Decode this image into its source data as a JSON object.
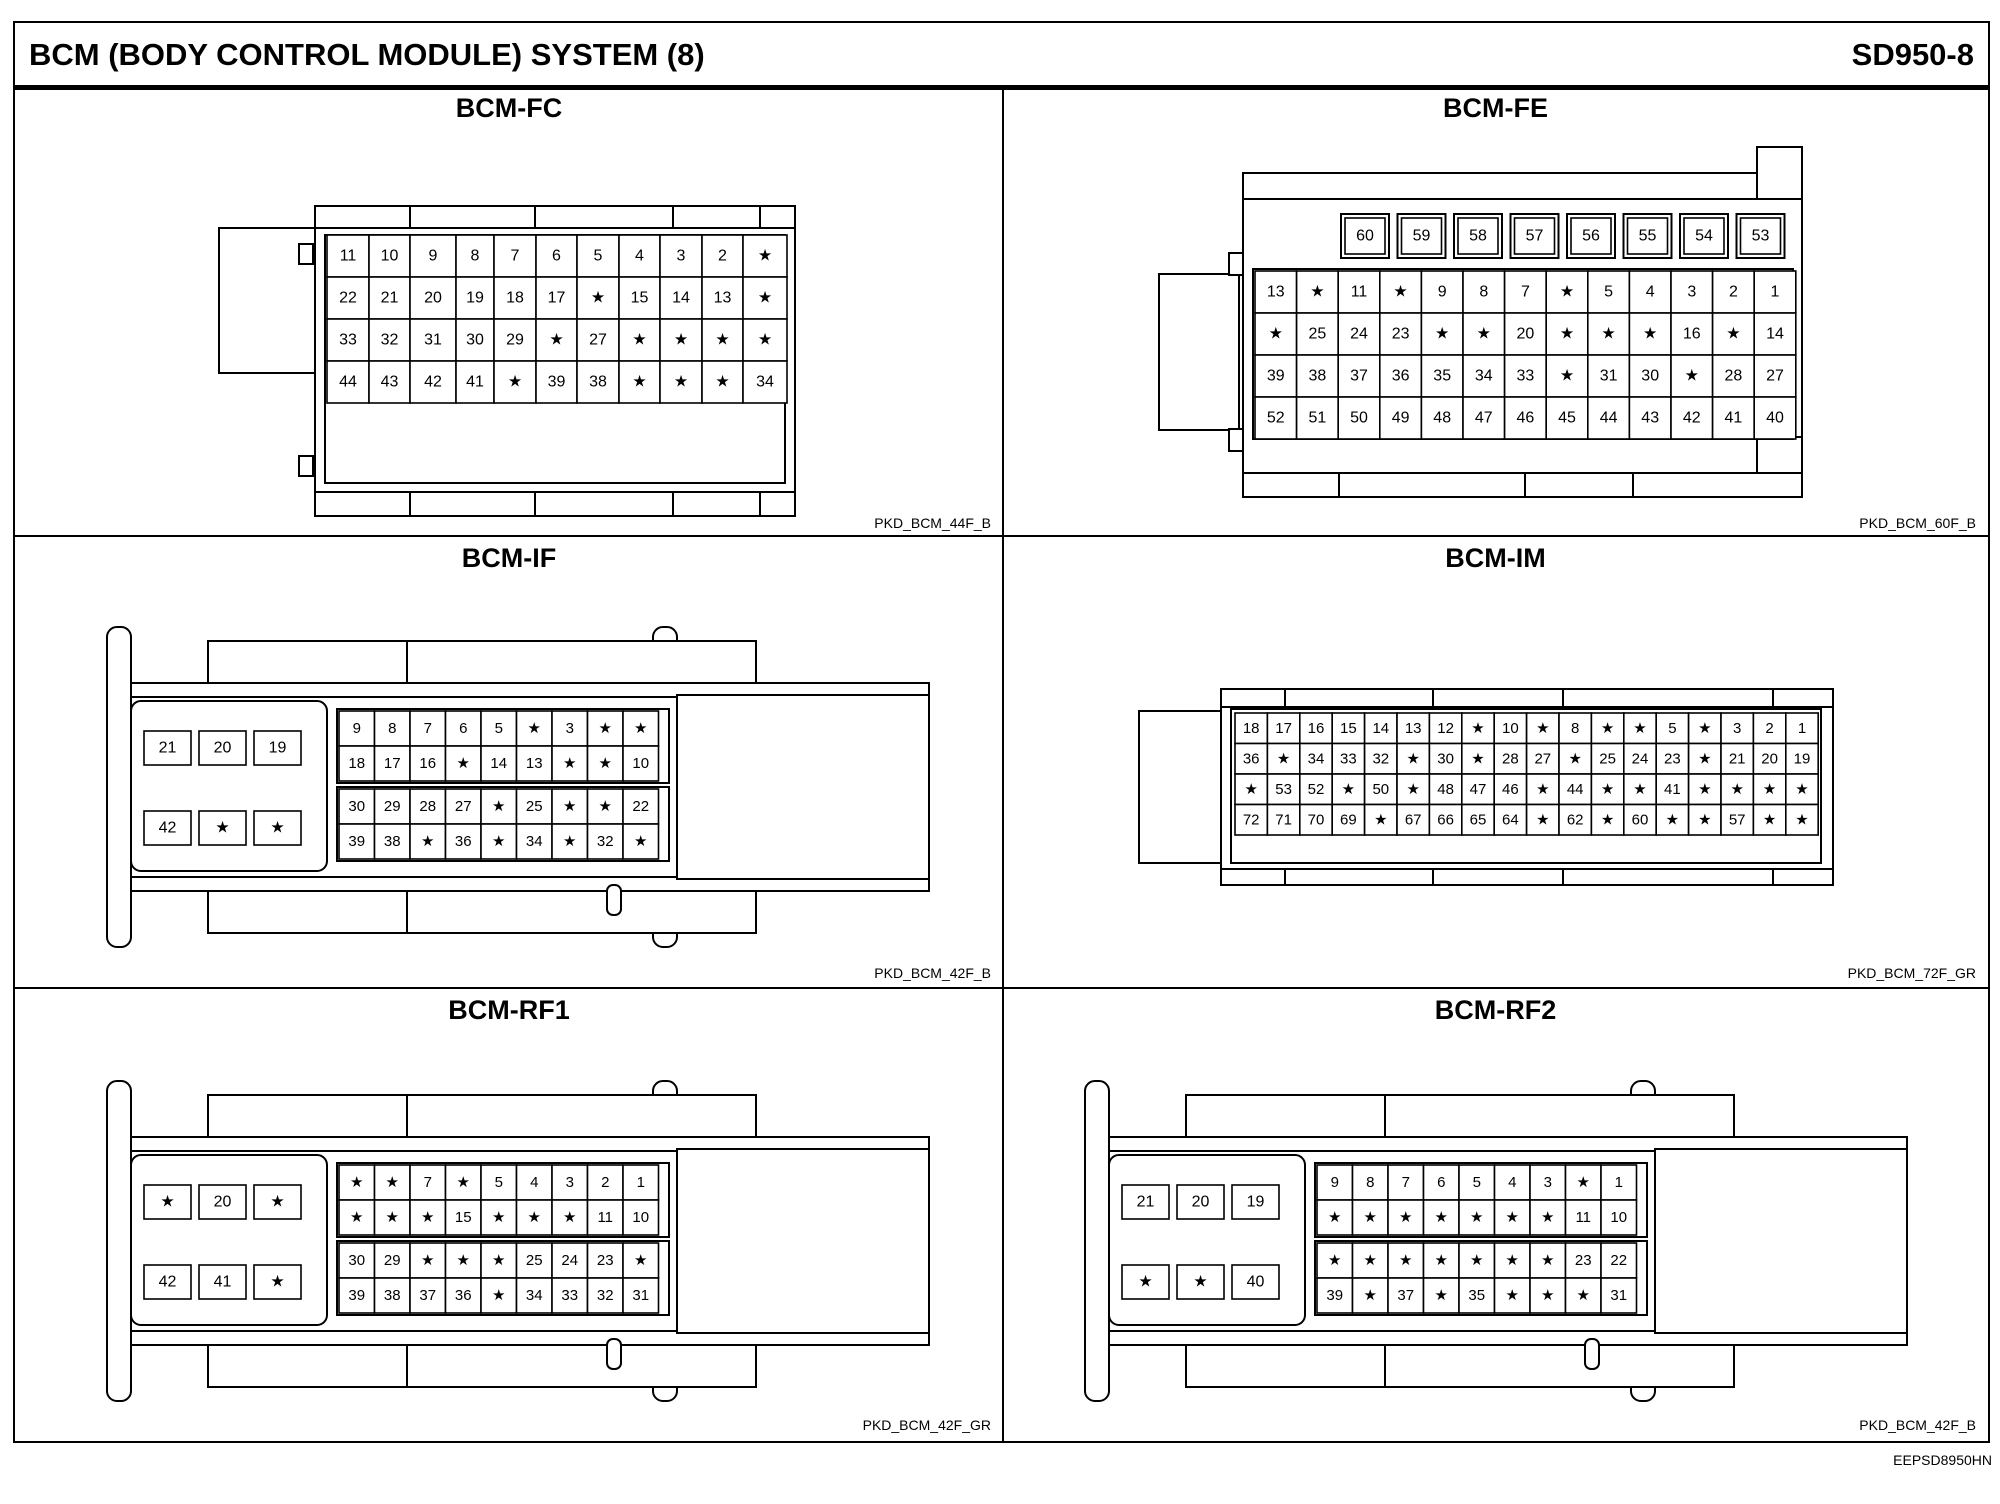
{
  "header": {
    "title": "BCM (BODY CONTROL MODULE) SYSTEM (8)",
    "code": "SD950-8"
  },
  "doc_id": "EEPSD8950HN",
  "panels": [
    {
      "title": "BCM-FC",
      "code": "PKD_BCM_44F_B",
      "rows": [
        [
          "11",
          "10",
          "9",
          "8",
          "7",
          "6",
          "5",
          "4",
          "3",
          "2",
          "*"
        ],
        [
          "22",
          "21",
          "20",
          "19",
          "18",
          "17",
          "*",
          "15",
          "14",
          "13",
          "*"
        ],
        [
          "33",
          "32",
          "31",
          "30",
          "29",
          "*",
          "27",
          "*",
          "*",
          "*",
          "*"
        ],
        [
          "44",
          "43",
          "42",
          "41",
          "*",
          "39",
          "38",
          "*",
          "*",
          "*",
          "34"
        ]
      ]
    },
    {
      "title": "BCM-FE",
      "code": "PKD_BCM_60F_B",
      "top_row": [
        "60",
        "59",
        "58",
        "57",
        "56",
        "55",
        "54",
        "53"
      ],
      "rows": [
        [
          "13",
          "*",
          "11",
          "*",
          "9",
          "8",
          "7",
          "*",
          "5",
          "4",
          "3",
          "2",
          "1"
        ],
        [
          "*",
          "25",
          "24",
          "23",
          "*",
          "*",
          "20",
          "*",
          "*",
          "*",
          "16",
          "*",
          "14"
        ],
        [
          "39",
          "38",
          "37",
          "36",
          "35",
          "34",
          "33",
          "*",
          "31",
          "30",
          "*",
          "28",
          "27"
        ],
        [
          "52",
          "51",
          "50",
          "49",
          "48",
          "47",
          "46",
          "45",
          "44",
          "43",
          "42",
          "41",
          "40"
        ]
      ]
    },
    {
      "title": "BCM-IF",
      "code": "PKD_BCM_42F_B",
      "big": [
        [
          "21",
          "20",
          "19"
        ],
        [
          "42",
          "*",
          "*"
        ]
      ],
      "upper": [
        [
          "9",
          "8",
          "7",
          "6",
          "5",
          "*",
          "3",
          "*",
          "*"
        ],
        [
          "18",
          "17",
          "16",
          "*",
          "14",
          "13",
          "*",
          "*",
          "10"
        ]
      ],
      "lower": [
        [
          "30",
          "29",
          "28",
          "27",
          "*",
          "25",
          "*",
          "*",
          "22"
        ],
        [
          "39",
          "38",
          "*",
          "36",
          "*",
          "34",
          "*",
          "32",
          "*"
        ]
      ]
    },
    {
      "title": "BCM-IM",
      "code": "PKD_BCM_72F_GR",
      "rows": [
        [
          "18",
          "17",
          "16",
          "15",
          "14",
          "13",
          "12",
          "*",
          "10",
          "*",
          "8",
          "*",
          "*",
          "5",
          "*",
          "3",
          "2",
          "1"
        ],
        [
          "36",
          "*",
          "34",
          "33",
          "32",
          "*",
          "30",
          "*",
          "28",
          "27",
          "*",
          "25",
          "24",
          "23",
          "*",
          "21",
          "20",
          "19"
        ],
        [
          "*",
          "53",
          "52",
          "*",
          "50",
          "*",
          "48",
          "47",
          "46",
          "*",
          "44",
          "*",
          "*",
          "41",
          "*",
          "*",
          "*",
          "*"
        ],
        [
          "72",
          "71",
          "70",
          "69",
          "*",
          "67",
          "66",
          "65",
          "64",
          "*",
          "62",
          "*",
          "60",
          "*",
          "*",
          "57",
          "*",
          "*"
        ]
      ]
    },
    {
      "title": "BCM-RF1",
      "code": "PKD_BCM_42F_GR",
      "big": [
        [
          "*",
          "20",
          "*"
        ],
        [
          "42",
          "41",
          "*"
        ]
      ],
      "upper": [
        [
          "*",
          "*",
          "7",
          "*",
          "5",
          "4",
          "3",
          "2",
          "1"
        ],
        [
          "*",
          "*",
          "*",
          "15",
          "*",
          "*",
          "*",
          "11",
          "10"
        ]
      ],
      "lower": [
        [
          "30",
          "29",
          "*",
          "*",
          "*",
          "25",
          "24",
          "23",
          "*"
        ],
        [
          "39",
          "38",
          "37",
          "36",
          "*",
          "34",
          "33",
          "32",
          "31"
        ]
      ]
    },
    {
      "title": "BCM-RF2",
      "code": "PKD_BCM_42F_B",
      "big": [
        [
          "21",
          "20",
          "19"
        ],
        [
          "*",
          "*",
          "40"
        ]
      ],
      "upper": [
        [
          "9",
          "8",
          "7",
          "6",
          "5",
          "4",
          "3",
          "*",
          "1"
        ],
        [
          "*",
          "*",
          "*",
          "*",
          "*",
          "*",
          "*",
          "11",
          "10"
        ]
      ],
      "lower": [
        [
          "*",
          "*",
          "*",
          "*",
          "*",
          "*",
          "*",
          "23",
          "22"
        ],
        [
          "39",
          "*",
          "37",
          "*",
          "35",
          "*",
          "*",
          "*",
          "31"
        ]
      ]
    }
  ]
}
